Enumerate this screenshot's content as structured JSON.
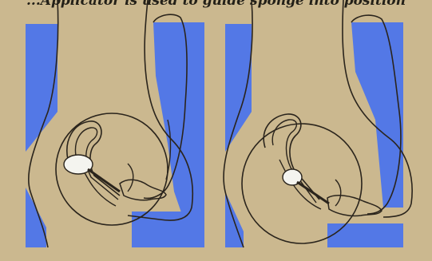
{
  "caption": {
    "text": "...Applicator is used to guide sponge into position"
  },
  "palette": {
    "background": "#cbb88f",
    "blue": "#5378e6",
    "line": "#2a241c",
    "sponge": "#f4f4ef"
  },
  "panels": [
    {
      "id": "left",
      "label": ""
    },
    {
      "id": "right",
      "label": ""
    }
  ]
}
